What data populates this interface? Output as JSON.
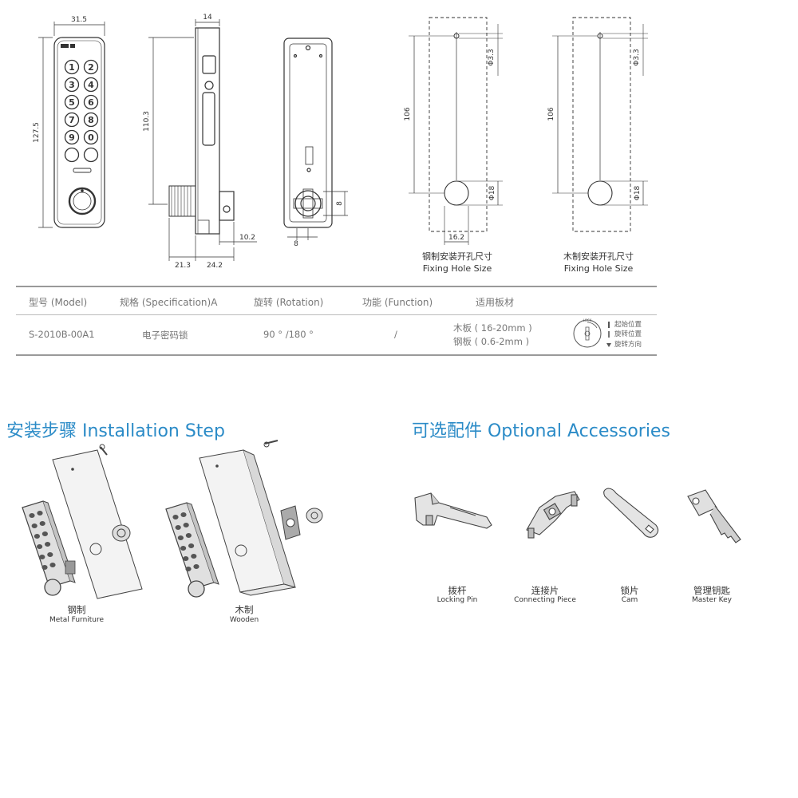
{
  "dimensions": {
    "front_width": "31.5",
    "front_height": "127.5",
    "side_width": "14",
    "side_height": "110.3",
    "side_offset_right": "10.2",
    "side_bottom_left": "21.3",
    "side_bottom_right": "24.2",
    "back_offset": "8",
    "back_bottom": "8",
    "steel_top_hole": "Φ3.3",
    "steel_height": "106",
    "steel_big_hole": "Φ18",
    "steel_width": "16.2",
    "wood_top_hole": "Φ3.3",
    "wood_height": "106",
    "wood_big_hole": "Φ18"
  },
  "hole_labels": {
    "steel_zh": "钢制安装开孔尺寸",
    "steel_en": "Fixing Hole Size",
    "wood_zh": "木制安装开孔尺寸",
    "wood_en": "Fixing Hole Size"
  },
  "table": {
    "headers": [
      "型号 (Model)",
      "规格 (Specification)A",
      "旋转 (Rotation)",
      "功能 (Function)",
      "适用板材"
    ],
    "row": {
      "model": "S-2010B-00A1",
      "spec": "电子密码锁",
      "rotation": "90 ° /180 °",
      "function": "/",
      "material_1": "木板 ( 16-20mm )",
      "material_2": "钢板 ( 0.6-2mm )"
    },
    "legend": [
      "起始位置",
      "旋转位置",
      "旋转方向"
    ],
    "dial_label": "LOCK"
  },
  "installation": {
    "title": "安装步骤 Installation Step",
    "items": [
      {
        "zh": "钢制",
        "en": "Metal Furniture"
      },
      {
        "zh": "木制",
        "en": "Wooden"
      }
    ]
  },
  "accessories": {
    "title": "可选配件 Optional Accessories",
    "items": [
      {
        "zh": "拨杆",
        "en": "Locking Pin"
      },
      {
        "zh": "连接片",
        "en": "Connecting Piece"
      },
      {
        "zh": "锁片",
        "en": "Cam"
      },
      {
        "zh": "管理钥匙",
        "en": "Master Key"
      }
    ]
  },
  "keypad": {
    "keys": [
      "1",
      "2",
      "3",
      "4",
      "5",
      "6",
      "7",
      "8",
      "9",
      "0",
      "",
      ""
    ]
  },
  "colors": {
    "accent": "#2b8bc7",
    "line": "#333333",
    "muted": "#777777"
  }
}
